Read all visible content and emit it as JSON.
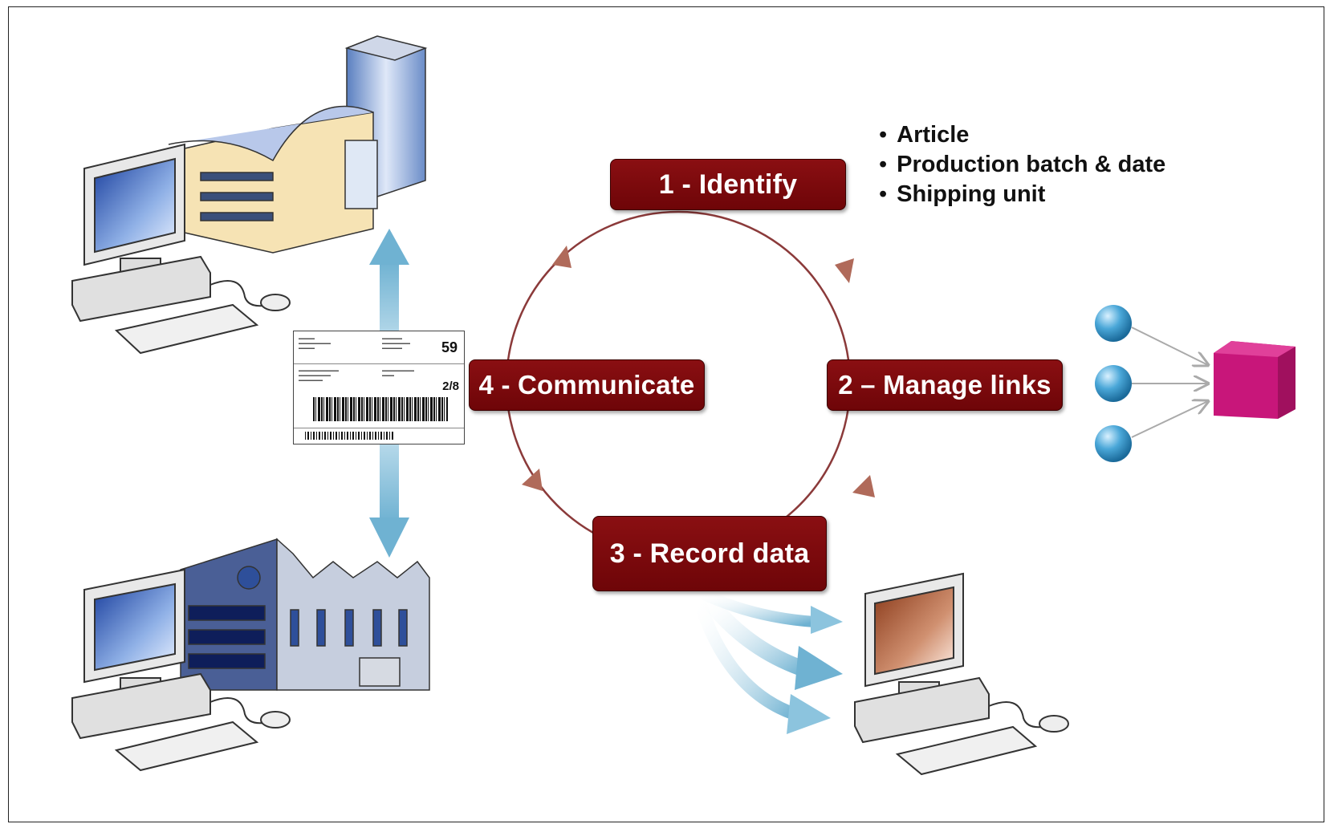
{
  "steps": {
    "identify": "1 - Identify",
    "manage_links": "2 – Manage links",
    "record_data": "3 - Record data",
    "communicate": "4 - Communicate"
  },
  "bullets": [
    "Article",
    "Production batch & date",
    "Shipping unit"
  ],
  "shipping_label": {
    "number": "59",
    "fraction": "2/8"
  },
  "colors": {
    "step_fill": "#7a0a0c",
    "cycle_line": "#8b3a3a",
    "flow_arrow": "#7fb8d4",
    "node_sphere": "#3f9fd0",
    "product_cube": "#cc1a7a"
  },
  "icons": [
    "head-office-building-icon",
    "factory-building-icon",
    "desktop-computer-icon",
    "shipping-label-icon",
    "link-node-icon",
    "product-cube-icon"
  ]
}
